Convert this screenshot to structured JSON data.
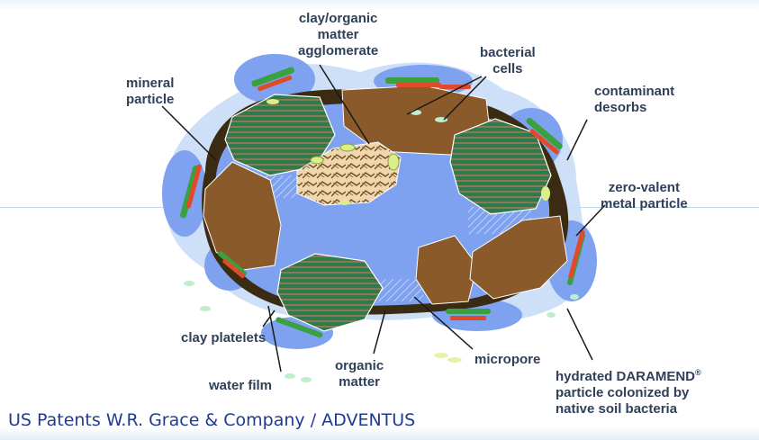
{
  "labels": {
    "clay_organic": [
      "clay/organic",
      "matter",
      "agglomerate"
    ],
    "bacterial": [
      "bacterial",
      "cells"
    ],
    "mineral": [
      "mineral",
      "particle"
    ],
    "contaminant": [
      "contaminant",
      "desorbs"
    ],
    "zero_valent": [
      "zero-valent",
      "metal particle"
    ],
    "clay_platelets": "clay platelets",
    "water_film": "water film",
    "organic_matter": [
      "organic",
      "matter"
    ],
    "micropore": "micropore",
    "daramend_line1": "hydrated DARAMEND",
    "daramend_reg": "®",
    "daramend_line2": "particle colonized by",
    "daramend_line3": "native soil bacteria"
  },
  "footer": "US Patents W.R. Grace & Company / ADVENTUS",
  "colors": {
    "water": "#7ea2f0",
    "water_light": "#a9c4f8",
    "mineral": "#2f7a4c",
    "organic": "#8a5a2b",
    "organic_dark": "#3b2b12",
    "clay": "#e9c99a",
    "text": "#2f4058",
    "footer": "#1f3a93"
  }
}
